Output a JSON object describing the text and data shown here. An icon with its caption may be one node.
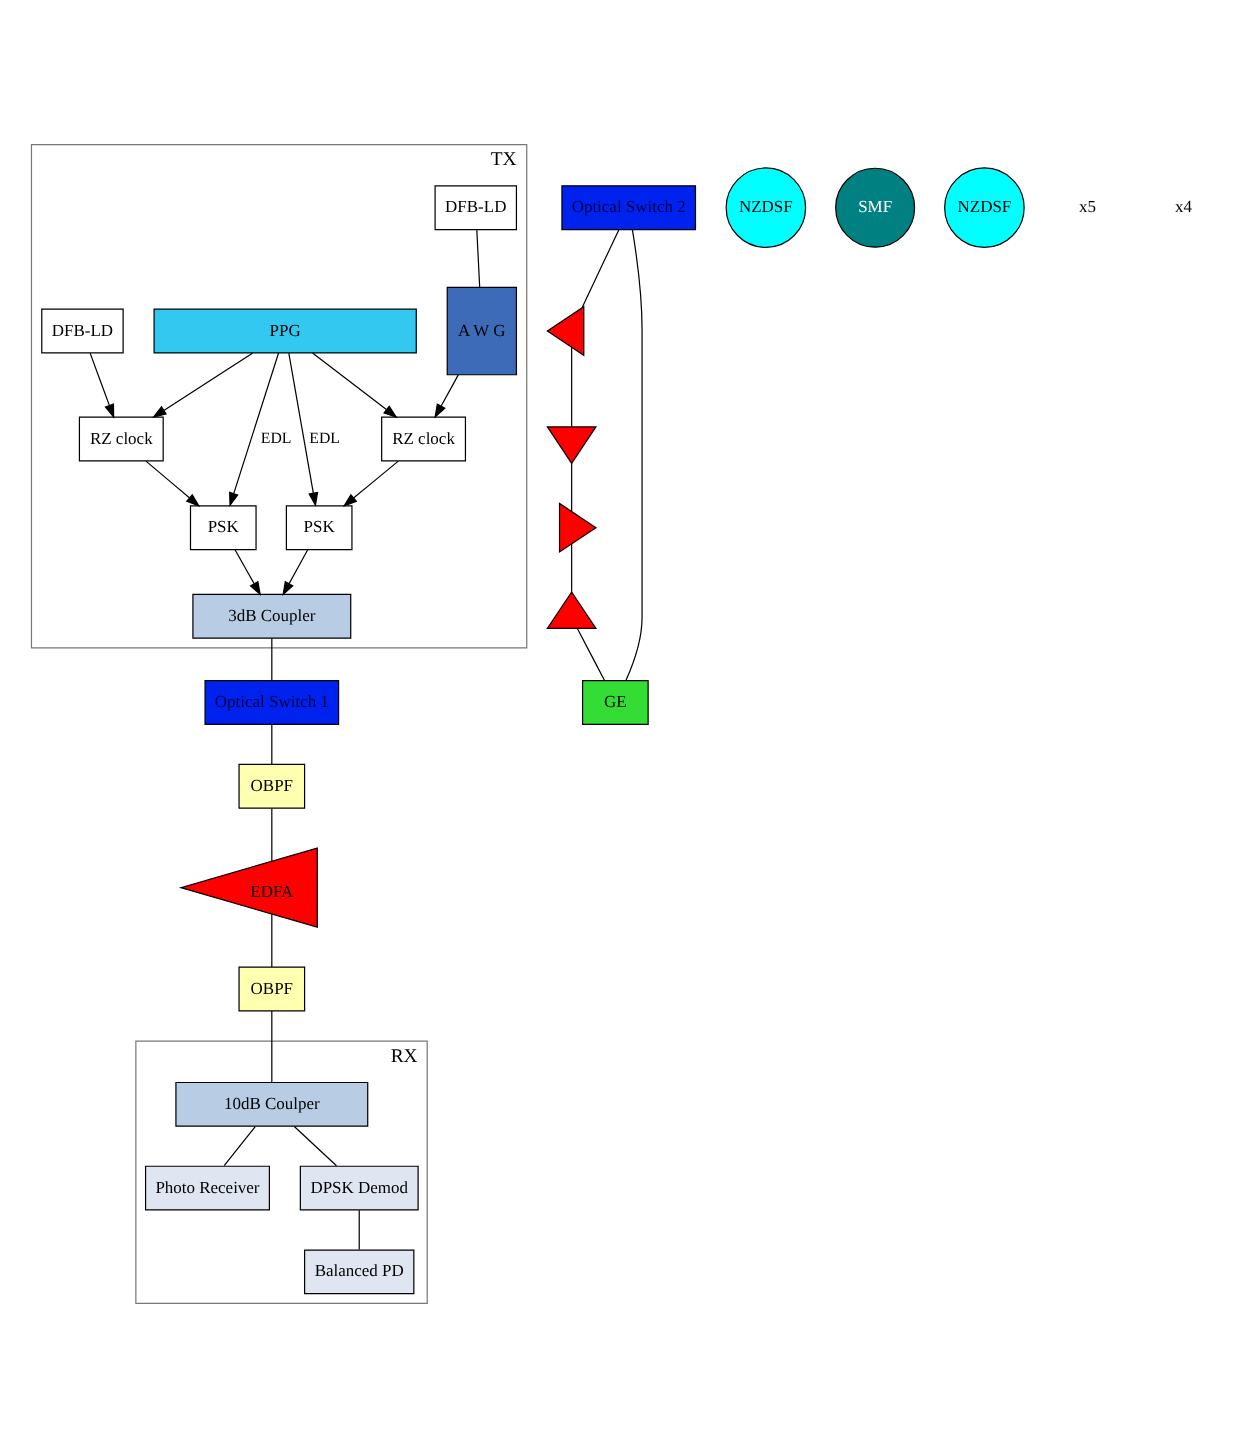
{
  "diagram": {
    "nodes": [
      {
        "text": [
          "TX"
        ]
      },
      {
        "text": [
          "DFB-LD"
        ],
        "in": 0
      },
      {
        "text": [
          "PPG"
        ],
        "in": 0
      },
      {
        "text": [
          "A W G"
        ],
        "in": 0
      },
      {
        "text": [
          "RZ clock"
        ],
        "in": 0
      },
      {
        "text": [
          "PSK"
        ],
        "in": 0
      },
      {
        "text": [
          "PSK"
        ],
        "in": 0
      },
      {
        "text": [
          "RZ clock"
        ],
        "in": 0
      },
      {
        "text": [
          "DFB-LD"
        ],
        "in": 0
      },
      {
        "text": [
          "3dB Coupler"
        ],
        "in": 0
      },
      {
        "text": [
          "Optical Switch 1"
        ]
      },
      {
        "text": [
          "Optical Switch 2"
        ]
      },
      {
        "text": [
          "OBPF"
        ]
      },
      {
        "text": [
          "EDFA"
        ]
      },
      {
        "text": [
          "OBPF"
        ]
      },
      {
        "text": [
          "RX"
        ]
      },
      {
        "text": [
          "10dB Coulper"
        ],
        "in": 15
      },
      {
        "text": [
          "Photo Receiver"
        ],
        "in": 15
      },
      {
        "text": [
          "DPSK Demod"
        ],
        "in": 15
      },
      {
        "text": [
          "Balanced PD"
        ],
        "in": 15
      },
      {
        "text": [
          "GE"
        ]
      },
      {
        "text": [],
        "shape": "triangle"
      },
      {
        "text": [
          "NZDSF"
        ]
      },
      {
        "text": [],
        "shape": "triangle"
      },
      {
        "text": [
          "SMF"
        ]
      },
      {
        "text": [],
        "shape": "triangle"
      },
      {
        "text": [
          "NZDSF"
        ]
      },
      {
        "text": [],
        "shape": "triangle"
      }
    ],
    "edges": [
      {
        "from": 1,
        "to": 3,
        "arrow": "none"
      },
      {
        "from": 3,
        "to": 4,
        "arrow": "to"
      },
      {
        "from": 4,
        "to": 5,
        "arrow": "to"
      },
      {
        "from": 2,
        "to": 4,
        "arrow": "to"
      },
      {
        "from": 2,
        "to": 5,
        "arrow": "to",
        "label": "EDL"
      },
      {
        "from": 2,
        "to": 6,
        "arrow": "to",
        "label": "EDL"
      },
      {
        "from": 2,
        "to": 7,
        "arrow": "to"
      },
      {
        "from": 8,
        "to": 7,
        "arrow": "to"
      },
      {
        "from": 7,
        "to": 6,
        "arrow": "to"
      },
      {
        "from": 5,
        "to": 9,
        "arrow": "to"
      },
      {
        "from": 6,
        "to": 9,
        "arrow": "to"
      },
      {
        "from": 9,
        "to": 10,
        "arrow": "none"
      },
      {
        "from": 10,
        "to": 12,
        "arrow": "none"
      },
      {
        "from": 12,
        "to": 13,
        "arrow": "none"
      },
      {
        "from": 13,
        "to": 14,
        "arrow": "none"
      },
      {
        "from": 14,
        "to": 16,
        "arrow": "none"
      },
      {
        "from": 16,
        "to": 17,
        "arrow": "none"
      },
      {
        "from": 16,
        "to": 18,
        "arrow": "none"
      },
      {
        "from": 18,
        "to": 19,
        "arrow": "none"
      },
      {
        "from": 20,
        "to": 11,
        "arrow": "none"
      },
      {
        "from": 11,
        "to": 21,
        "arrow": "none"
      },
      {
        "from": 21,
        "to": 23,
        "arrow": "none"
      },
      {
        "from": 23,
        "to": 25,
        "arrow": "none"
      },
      {
        "from": 25,
        "to": 27,
        "arrow": "none"
      },
      {
        "from": 27,
        "to": 20,
        "arrow": "none"
      }
    ],
    "labels": [
      "x5",
      "x4"
    ]
  }
}
